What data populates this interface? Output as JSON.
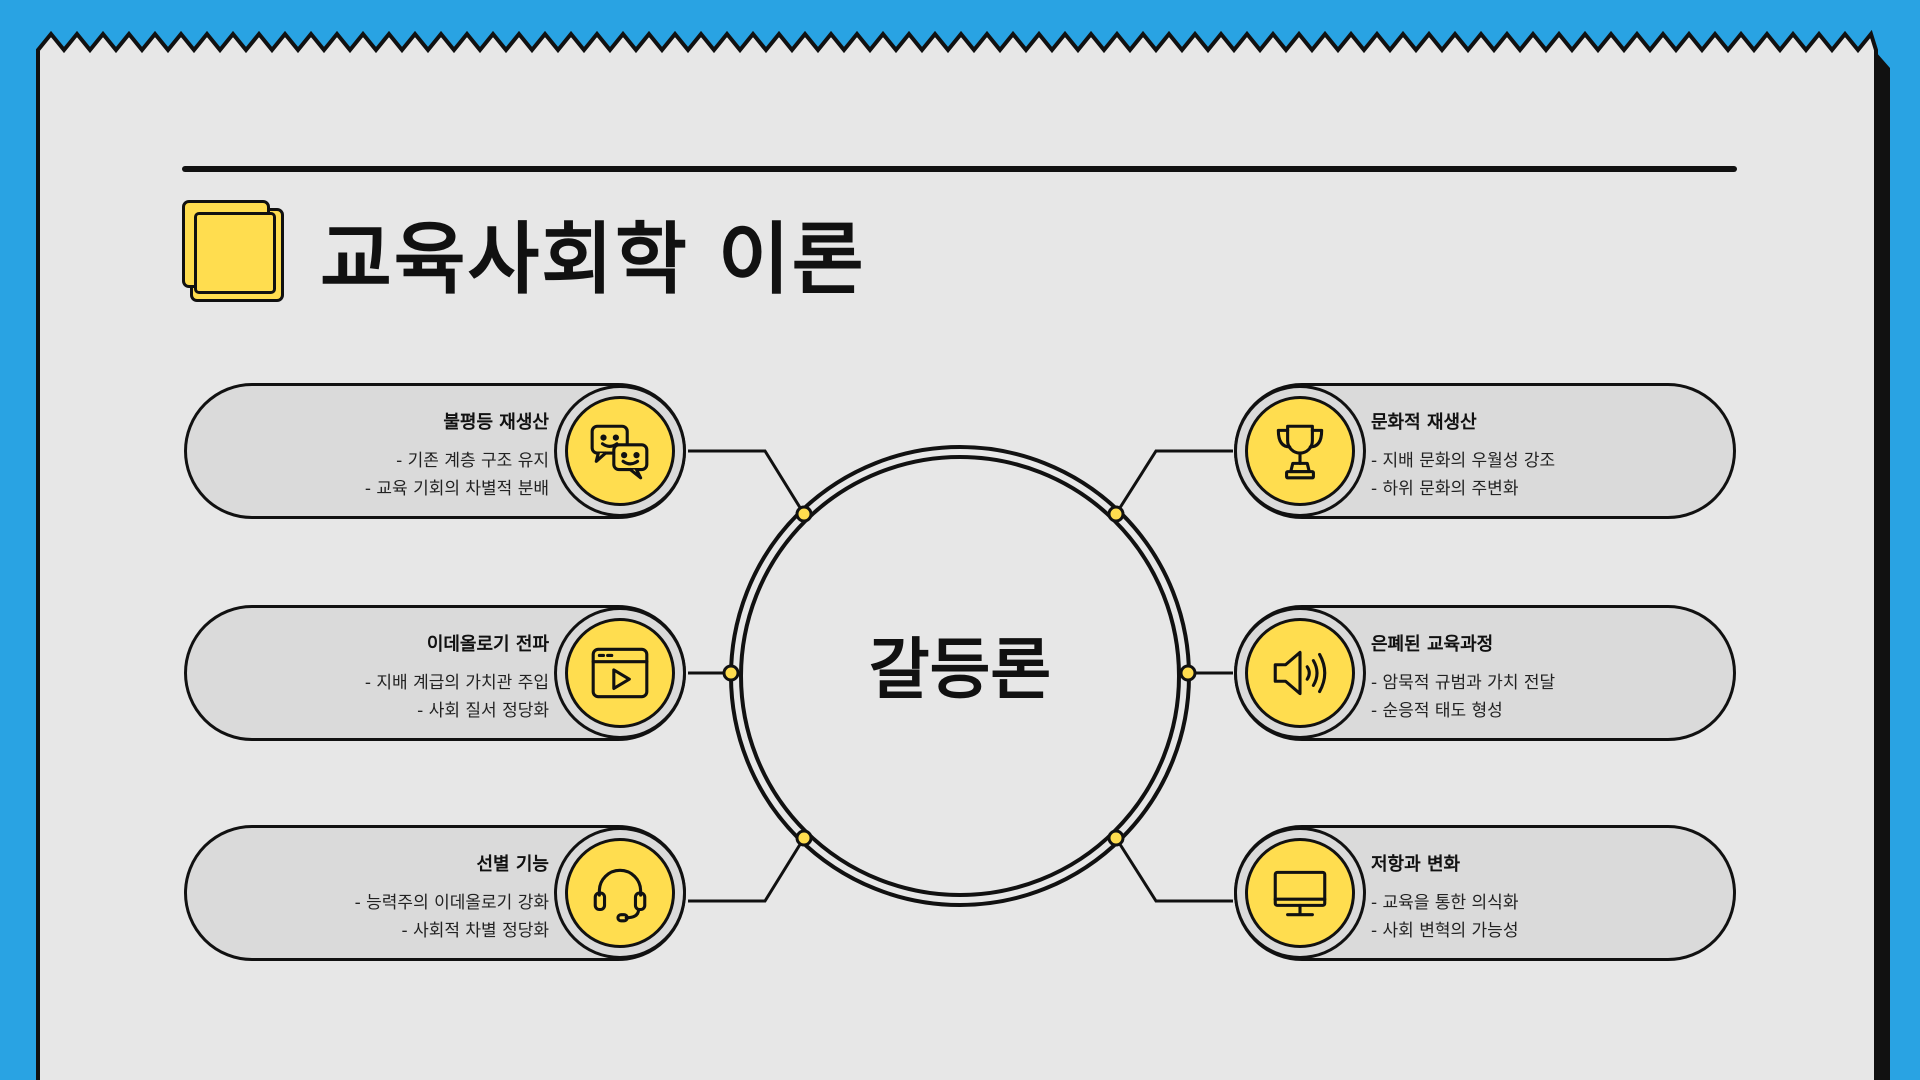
{
  "title": "교육사회학 이론",
  "center": "갈등론",
  "colors": {
    "frame": "#29A3E3",
    "paper": "#E7E7E7",
    "accent": "#FFDD4F",
    "card": "#DADADA",
    "ink": "#111111"
  },
  "branches": [
    {
      "head": "불평등 재생산",
      "lines": [
        "- 기존 계층 구조 유지",
        "- 교육 기회의 차별적 분배"
      ],
      "icon": "chat-icon"
    },
    {
      "head": "이데올로기 전파",
      "lines": [
        "- 지배 계급의 가치관 주입",
        "- 사회 질서 정당화"
      ],
      "icon": "video-player-icon"
    },
    {
      "head": "선별 기능",
      "lines": [
        "- 능력주의 이데올로기 강화",
        "- 사회적 차별 정당화"
      ],
      "icon": "headset-icon"
    },
    {
      "head": "문화적 재생산",
      "lines": [
        "- 지배 문화의 우월성 강조",
        "- 하위 문화의 주변화"
      ],
      "icon": "trophy-icon"
    },
    {
      "head": "은폐된 교육과정",
      "lines": [
        "- 암묵적 규범과 가치 전달",
        "- 순응적 태도 형성"
      ],
      "icon": "speaker-icon"
    },
    {
      "head": "저항과 변화",
      "lines": [
        "- 교육을 통한 의식화",
        "- 사회 변혁의 가능성"
      ],
      "icon": "monitor-icon"
    }
  ]
}
